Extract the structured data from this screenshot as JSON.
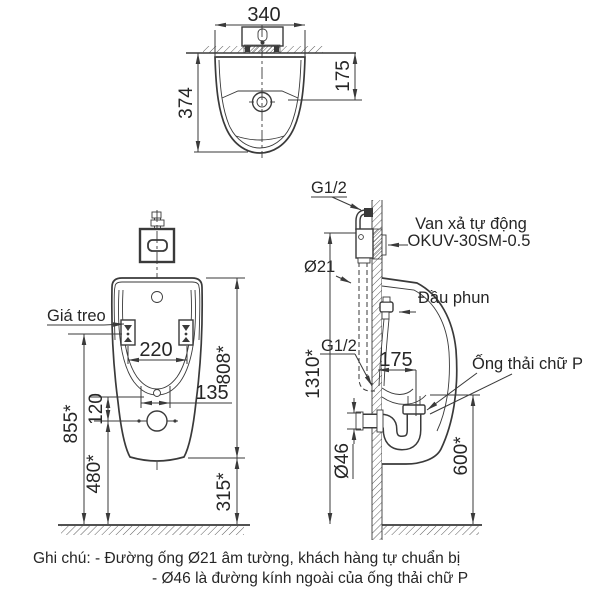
{
  "colors": {
    "line": "#3a3a3a",
    "text": "#262626",
    "background": "#ffffff"
  },
  "top_view": {
    "dim_width": "340",
    "dim_depth": "374",
    "dim_drain_to_wall": "175"
  },
  "front_view": {
    "label_bracket": "Giá treo",
    "dim_bracket_span": "220",
    "dim_spud_offset": "135",
    "dim_spud_drop": "120",
    "dim_body_height": "808*",
    "dim_bracket_height": "855*",
    "dim_drain_height": "480*",
    "dim_bottom_clearance": "315*"
  },
  "side_view": {
    "label_inlet_thread": "G1/2",
    "label_valve_line1": "Van xả tự động",
    "label_valve_line2": "OKUV-30SM-0.5",
    "label_pipe_dia": "Ø21",
    "label_spray_head": "Đầu phun",
    "label_supply_thread": "G1/2",
    "label_p_trap": "Ống thải chữ P",
    "dim_wall_to_trap": "175",
    "dim_valve_height": "1310*",
    "dim_outlet_dia": "Ø46",
    "dim_outlet_height": "600*"
  },
  "notes": {
    "line1": "Ghi chú: - Đường ống Ø21 âm tường, khách hàng tự chuẩn bị",
    "line2": "- Ø46 là đường kính ngoài của ống thải chữ P"
  }
}
